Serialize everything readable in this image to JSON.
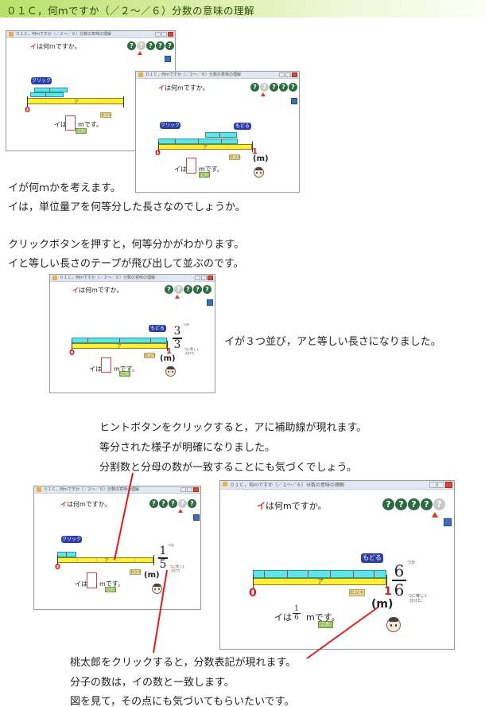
{
  "header": {
    "title": "０１Ｃ，何ｍですか（／２～／６）分数の意味の理解"
  },
  "paragraphs": [
    "イが何ｍかを考えます。",
    "イは，単位量アを何等分した長さなのでしょうか。",
    "クリックボタンを押すと，何等分かがわかります。",
    "イと等しい長さのテープが飛び出して並ぶのです。",
    "イが３つ並び，アと等しい長さになりました。",
    "ヒントボタンをクリックすると，アに補助線が現れます。",
    "等分された様子が明確になりました。",
    "分割数と分母の数が一致することにも気づくでしょう。",
    "桃太郎をクリックすると，分数表記が現れます。",
    "分子の数は，イの数と一致します。",
    "図を見て，その点にも気づいてもらいたいです。"
  ],
  "app": {
    "window_title": "０１Ｃ，何ｍですか（／２～／６）分数の意味の理解",
    "question_mark": "イ",
    "question_rest": "は何mですか。",
    "ball_glyph": "?",
    "click_button": "クリック",
    "back_button": "もどる",
    "hint_button": "ヒント",
    "answer_button": "こたえ",
    "bar_label": "ア",
    "zero": "0",
    "one": "1",
    "unit": "(m)",
    "answer_prefix": "イは",
    "answer_suffix": "mです。",
    "counter_top": "つ分",
    "equal_note_1": "つに等しく",
    "equal_note_2": "分けた",
    "fraction_numerator": "1",
    "fraction_denominator": "6"
  },
  "windows": [
    {
      "id": "w1",
      "balls_gray": []
    },
    {
      "id": "w2",
      "balls_gray": [
        1
      ]
    },
    {
      "id": "w3",
      "numerator": "3",
      "denominator": "3"
    },
    {
      "id": "w4",
      "numerator": "1",
      "denominator": "5",
      "balls_gray": [
        3
      ]
    },
    {
      "id": "w5",
      "numerator": "6",
      "denominator": "6",
      "balls_gray": [
        4
      ]
    }
  ],
  "colors": {
    "accent_red": "#d3322c",
    "tape_cyan": "#62e3e6",
    "bar_yellow": "#ffee33",
    "ball_green": "#2c6b3f",
    "header_green": "#b9e06a"
  }
}
